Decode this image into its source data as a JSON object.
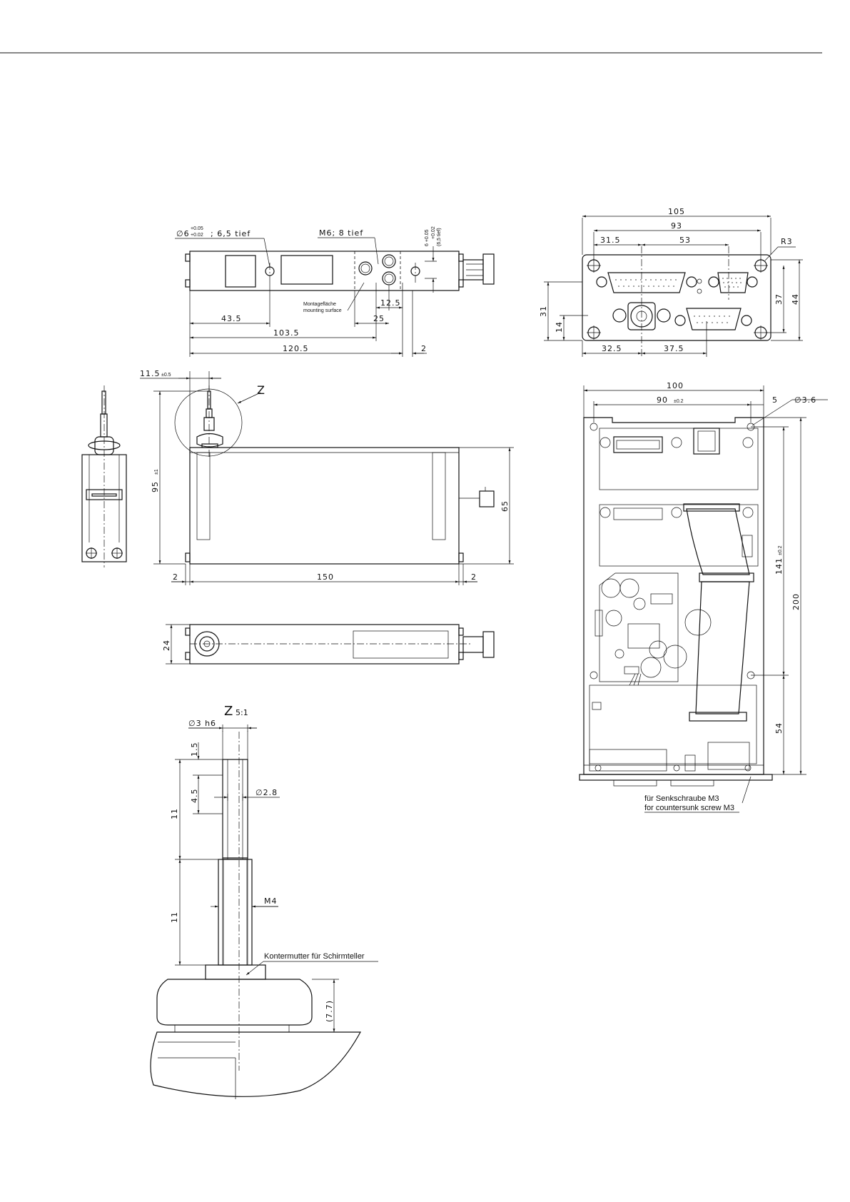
{
  "views": {
    "top": {
      "bore": "Ø6 +0.05/+0.02; 6,5 tief",
      "bore_main": "∅6",
      "bore_tol_upper": "+0.05",
      "bore_tol_lower": "+0.02",
      "bore_depth": "; 6,5 tief",
      "thread": "M6; 8 tief",
      "side_tol_upper": "6 +0.05",
      "side_tol_lower": "+0.02",
      "side_depth": "(6,5 tief)",
      "mount_de": "Montagefläche",
      "mount_en": "mounting surface",
      "d_12_5": "12.5",
      "d_25": "25",
      "d_43_5": "43.5",
      "d_103_5": "103.5",
      "d_120_5": "120.5",
      "d_2": "2"
    },
    "front_panel": {
      "d_105": "105",
      "d_93": "93",
      "d_31_5": "31.5",
      "d_53": "53",
      "radius": "R3",
      "d_37": "37",
      "d_44": "44",
      "d_31": "31",
      "d_14": "14",
      "d_32_5": "32.5",
      "d_37_5": "37.5"
    },
    "side": {
      "tol_11_5": "11.5",
      "tol_11_5_pm": "±0.5",
      "detail_mark": "Z",
      "d_95": "95",
      "d_95_pm": "±1",
      "d_65": "65",
      "d_150": "150",
      "d_2_left": "2",
      "d_2_right": "2"
    },
    "bottom": {
      "d_24": "24"
    },
    "board": {
      "d_100": "100",
      "d_90": "90",
      "d_90_pm": "±0.2",
      "d_5": "5",
      "hole": "∅3.6",
      "d_141": "141",
      "d_141_pm": "±0.2",
      "d_200": "200",
      "d_54": "54",
      "screw_de": "für Senkschraube M3",
      "screw_en": "for countersunk screw M3"
    },
    "detail": {
      "title": "Z",
      "scale": "5:1",
      "shaft": "∅3 h6",
      "d_1_5": "1.5",
      "d_4_5": "4.5",
      "d_2_8": "∅2.8",
      "d_11_top": "11",
      "d_11_bottom": "11",
      "thread": "M4",
      "nut": "Kontermutter für Schirmteller",
      "d_7_7": "(7.7)"
    }
  }
}
